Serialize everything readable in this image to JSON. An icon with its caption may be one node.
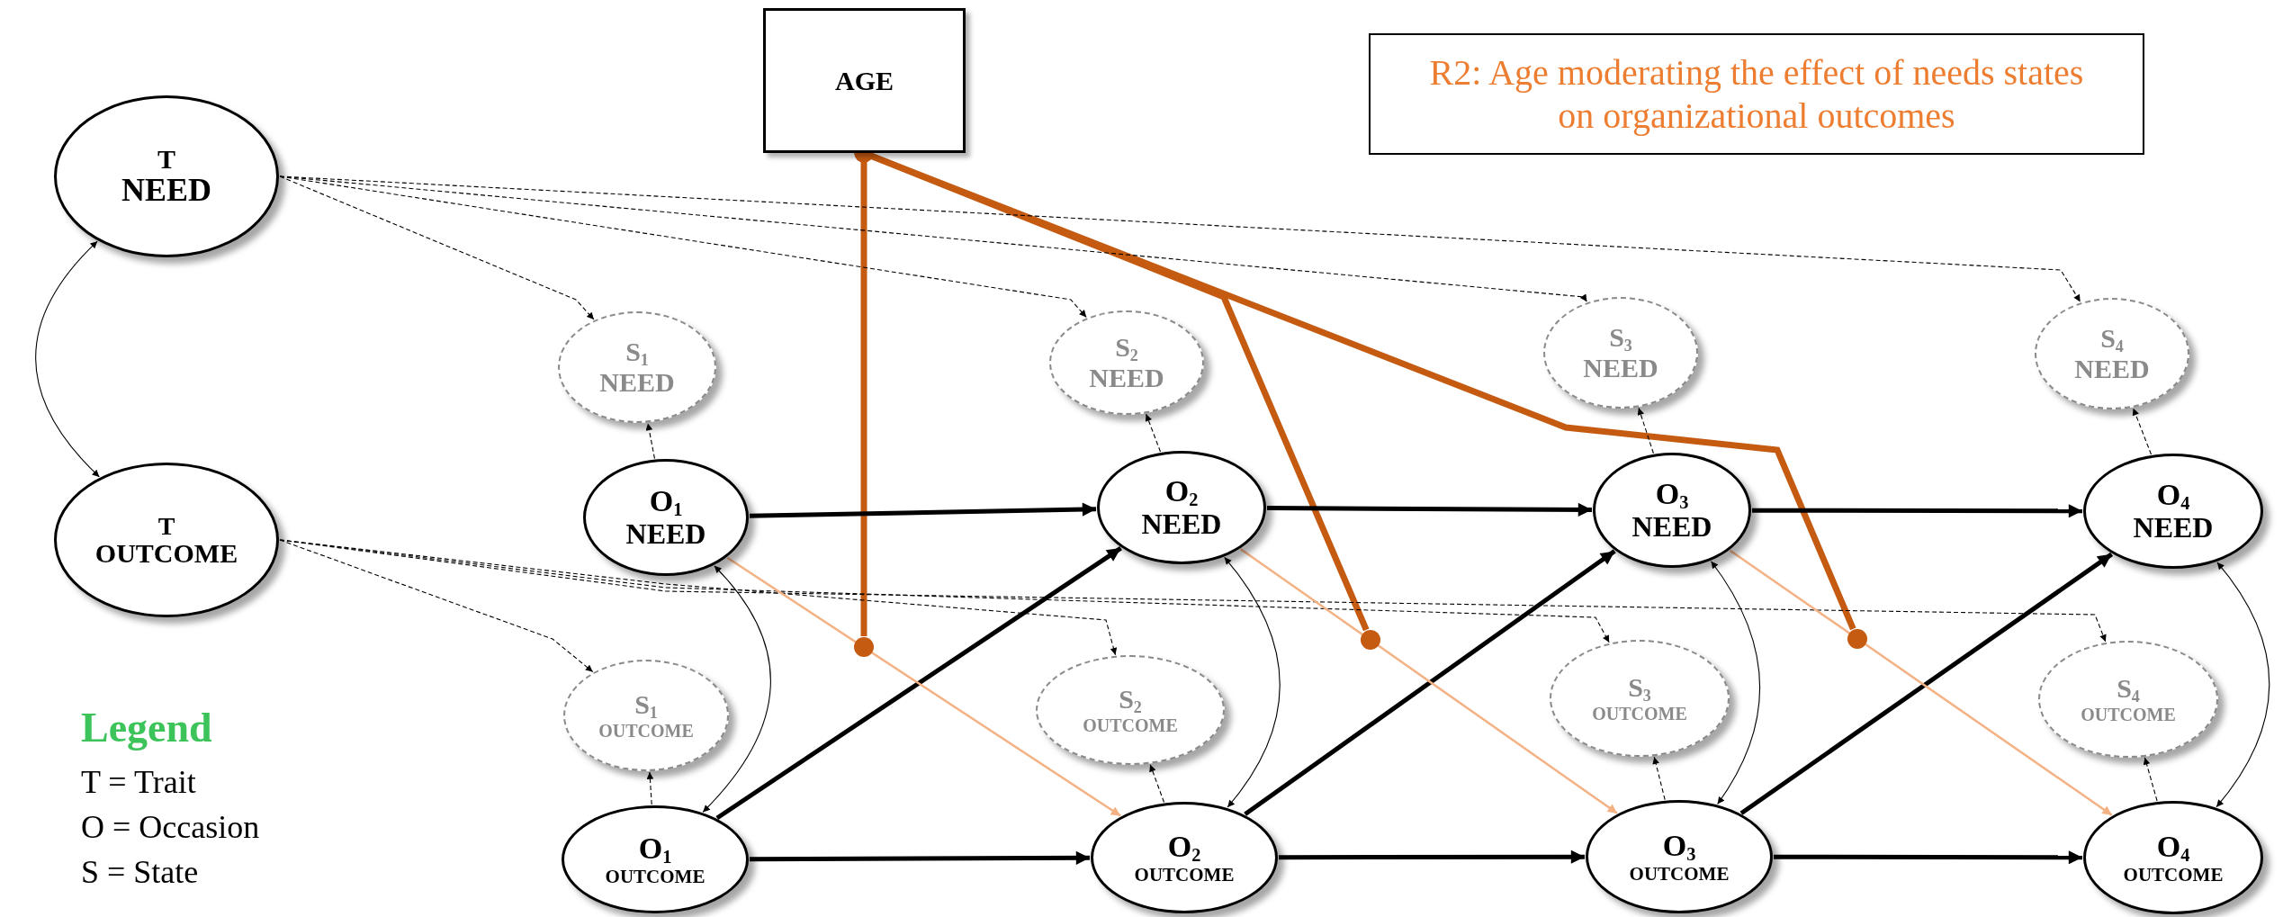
{
  "diagram": {
    "nodes": [
      {
        "text": [
          "AGE"
        ]
      },
      {
        "text": [
          "R2: Age moderating the effect of needs states on organizational outcomes"
        ]
      },
      {
        "text": [
          "T",
          "NEED"
        ]
      },
      {
        "text": [
          "S$_{1}$",
          "NEED"
        ]
      },
      {
        "text": [
          "S$_{2}$",
          "NEED"
        ]
      },
      {
        "text": [
          "S$_{3}$",
          "NEED"
        ]
      },
      {
        "text": [
          "S$_{4}$",
          "NEED"
        ]
      },
      {
        "text": [
          "O$_{1}$",
          "NEED"
        ]
      },
      {
        "text": [
          "O$_{2}$",
          "NEED"
        ]
      },
      {
        "text": [
          "O$_{3}$",
          "NEED"
        ]
      },
      {
        "text": [
          "O$_{4}$",
          "NEED"
        ]
      },
      {
        "text": [
          "T",
          "OUTCOME"
        ]
      },
      {
        "text": [],
        "shape": "circle"
      },
      {
        "text": [],
        "shape": "circle"
      },
      {
        "text": [],
        "shape": "circle"
      },
      {
        "text": [
          "S$_{1}$",
          "OUTCOME"
        ]
      },
      {
        "text": [
          "S$_{2}$",
          "OUTCOME"
        ]
      },
      {
        "text": [
          "S$_{3}$",
          "OUTCOME"
        ]
      },
      {
        "text": [
          "S$_{4}$",
          "OUTCOME"
        ]
      },
      {
        "text": [
          "O$_{1}$",
          "OUTCOME"
        ]
      },
      {
        "text": [
          "O$_{2}$",
          "OUTCOME"
        ]
      },
      {
        "text": [
          "O$_{3}$",
          "OUTCOME"
        ]
      },
      {
        "text": [
          "O$_{4}$",
          "OUTCOME"
        ]
      }
    ],
    "edges": [
      {
        "from": 0,
        "to": 12,
        "arrow": "other",
        "style": "thick",
        "color": "#c55a11"
      },
      {
        "from": 0,
        "to": 13,
        "arrow": "other",
        "style": "thick",
        "color": "#c55a11"
      },
      {
        "from": 0,
        "to": 14,
        "arrow": "other",
        "style": "thick",
        "color": "#c55a11"
      },
      {
        "from": 2,
        "to": 11,
        "arrow": "both"
      },
      {
        "from": 2,
        "to": 3,
        "arrow": "to",
        "style": "dashed"
      },
      {
        "from": 2,
        "to": 4,
        "arrow": "to",
        "style": "dashed"
      },
      {
        "from": 2,
        "to": 5,
        "arrow": "to",
        "style": "dashed"
      },
      {
        "from": 2,
        "to": 6,
        "arrow": "to",
        "style": "dashed"
      },
      {
        "from": 11,
        "to": 15,
        "arrow": "to",
        "style": "dashed"
      },
      {
        "from": 11,
        "to": 16,
        "arrow": "to",
        "style": "dashed"
      },
      {
        "from": 11,
        "to": 17,
        "arrow": "to",
        "style": "dashed"
      },
      {
        "from": 11,
        "to": 18,
        "arrow": "to",
        "style": "dashed"
      },
      {
        "from": 7,
        "to": 3,
        "arrow": "to",
        "style": "dashed"
      },
      {
        "from": 8,
        "to": 4,
        "arrow": "to",
        "style": "dashed"
      },
      {
        "from": 9,
        "to": 5,
        "arrow": "to",
        "style": "dashed"
      },
      {
        "from": 10,
        "to": 6,
        "arrow": "to",
        "style": "dashed"
      },
      {
        "from": 19,
        "to": 15,
        "arrow": "to",
        "style": "dashed"
      },
      {
        "from": 20,
        "to": 16,
        "arrow": "to",
        "style": "dashed"
      },
      {
        "from": 21,
        "to": 17,
        "arrow": "to",
        "style": "dashed"
      },
      {
        "from": 22,
        "to": 18,
        "arrow": "to",
        "style": "dashed"
      },
      {
        "from": 7,
        "to": 8,
        "arrow": "to",
        "style": "thick"
      },
      {
        "from": 8,
        "to": 9,
        "arrow": "to",
        "style": "thick"
      },
      {
        "from": 9,
        "to": 10,
        "arrow": "to",
        "style": "thick"
      },
      {
        "from": 19,
        "to": 20,
        "arrow": "to",
        "style": "thick"
      },
      {
        "from": 20,
        "to": 21,
        "arrow": "to",
        "style": "thick"
      },
      {
        "from": 21,
        "to": 22,
        "arrow": "to",
        "style": "thick"
      },
      {
        "from": 19,
        "to": 8,
        "arrow": "to",
        "style": "thick"
      },
      {
        "from": 20,
        "to": 9,
        "arrow": "to",
        "style": "thick"
      },
      {
        "from": 21,
        "to": 10,
        "arrow": "to",
        "style": "thick"
      },
      {
        "from": 7,
        "to": 20,
        "arrow": "to",
        "color": "#f4b183"
      },
      {
        "from": 8,
        "to": 21,
        "arrow": "to",
        "color": "#f4b183"
      },
      {
        "from": 9,
        "to": 22,
        "arrow": "to",
        "color": "#f4b183"
      },
      {
        "from": 7,
        "to": 19,
        "arrow": "both"
      },
      {
        "from": 8,
        "to": 20,
        "arrow": "both"
      },
      {
        "from": 9,
        "to": 21,
        "arrow": "both"
      },
      {
        "from": 10,
        "to": 22,
        "arrow": "both"
      }
    ],
    "labels": [
      "Legend",
      "T = Trait",
      "O = Occasion",
      "S = State"
    ]
  }
}
